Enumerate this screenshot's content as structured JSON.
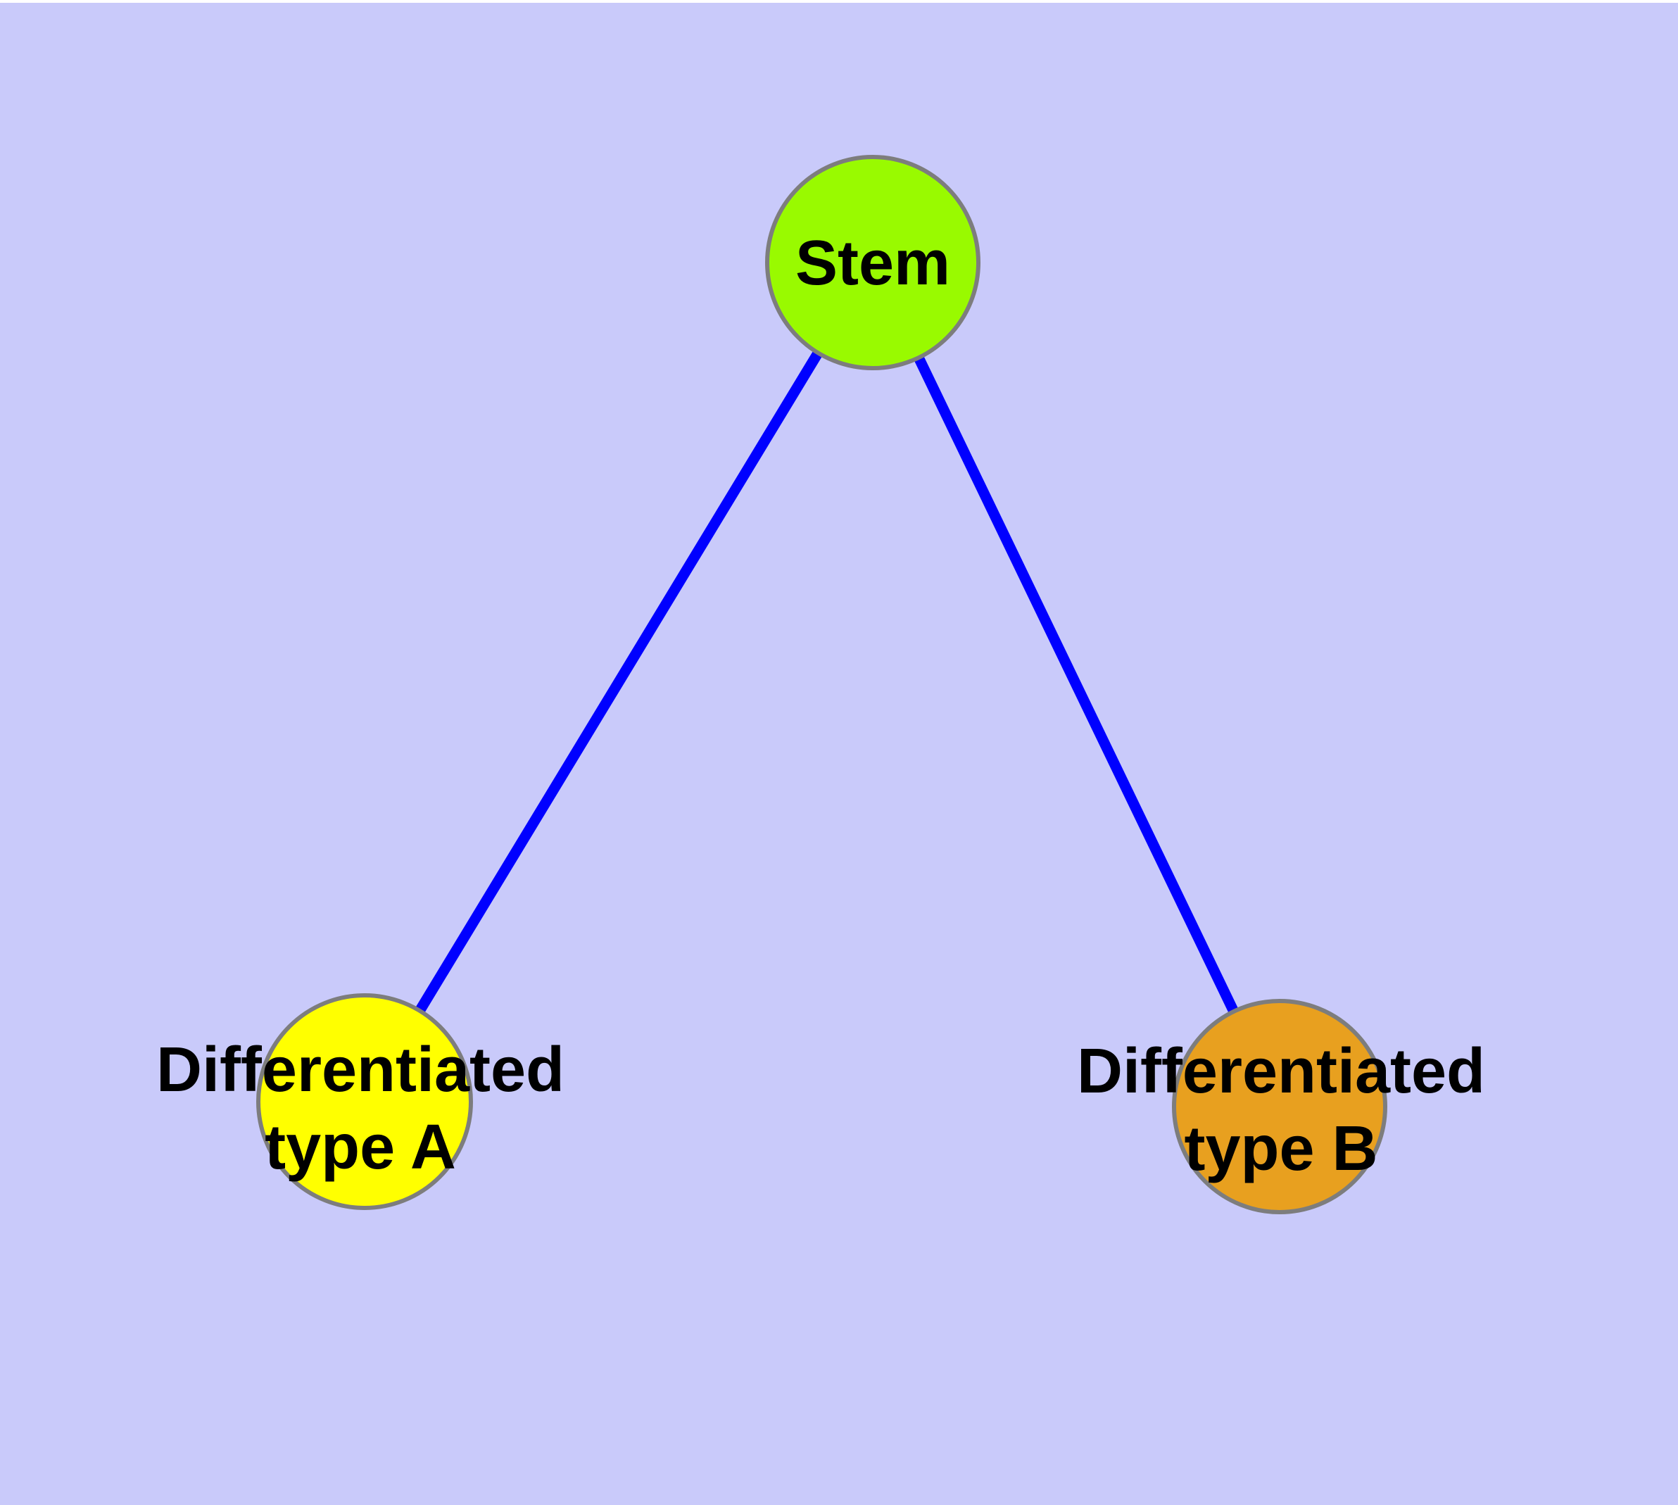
{
  "diagram": {
    "type": "node-link-graph",
    "background_color": "#C9CAFA",
    "edge_color": "#0000FF",
    "node_border_color": "#7D7D7D",
    "text_color": "#000000",
    "nodes": {
      "stem": {
        "id": "stem",
        "label": "Stem",
        "fill": "#99FA00"
      },
      "type_a": {
        "id": "type_a",
        "label": "Differentiated type A",
        "line1": "Differentiated",
        "line2": "type A",
        "fill": "#FFFF00"
      },
      "type_b": {
        "id": "type_b",
        "label": "Differentiated type B",
        "line1": "Differentiated",
        "line2": "type B",
        "fill": "#E8A01F"
      }
    },
    "edges": [
      {
        "from": "Stem",
        "to": "Differentiated type A"
      },
      {
        "from": "Stem",
        "to": "Differentiated type B"
      }
    ]
  }
}
